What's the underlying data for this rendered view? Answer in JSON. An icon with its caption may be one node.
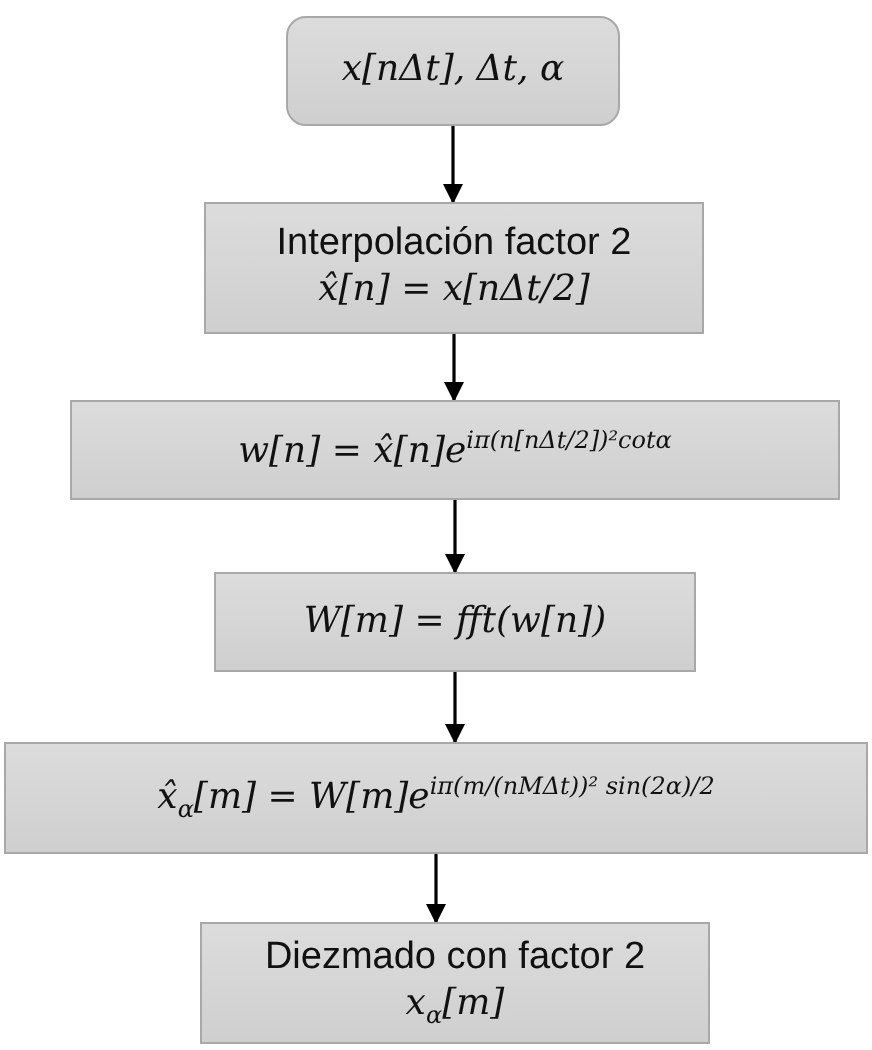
{
  "diagram": {
    "nodes": [
      {
        "text": [
          "x[nΔt], Δt, α"
        ]
      },
      {
        "text": [
          "Interpolación factor 2",
          "x̂[n] = x[nΔt/2]"
        ]
      },
      {
        "text": [
          "w[n] = x̂[n]e$^{iπ(n[nΔt/2])²cotα}$"
        ]
      },
      {
        "text": [
          "W[m] = fft(w[n])"
        ]
      },
      {
        "text": [
          "x̂$_{α}$[m] = W[m]e$^{iπ(m/(nMΔt))² sin(2α)/2}$"
        ]
      },
      {
        "text": [
          "Diezmado con factor 2",
          "x$_{α}$[m]"
        ]
      }
    ],
    "edges": [
      {
        "from": 0,
        "to": 1,
        "arrow": "to"
      },
      {
        "from": 1,
        "to": 2,
        "arrow": "to"
      },
      {
        "from": 2,
        "to": 3,
        "arrow": "to"
      },
      {
        "from": 3,
        "to": 4,
        "arrow": "to"
      },
      {
        "from": 4,
        "to": 5,
        "arrow": "to"
      }
    ]
  }
}
